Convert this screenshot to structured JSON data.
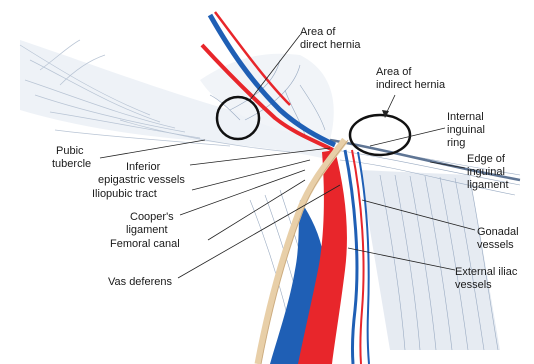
{
  "labels": {
    "direct_hernia": [
      "Area of",
      "direct hernia"
    ],
    "indirect_hernia": [
      "Area of",
      "indirect hernia"
    ],
    "internal_ring": [
      "Internal",
      "inguinal",
      "ring"
    ],
    "pubic_tubercle": [
      "Pubic",
      "tubercle"
    ],
    "inferior_epigastric": [
      "Inferior",
      "epigastric vessels"
    ],
    "iliopubic_tract": [
      "Iliopubic tract"
    ],
    "coopers_ligament": [
      "Cooper's",
      "ligament"
    ],
    "femoral_canal": [
      "Femoral canal"
    ],
    "vas_deferens": [
      "Vas deferens"
    ],
    "inguinal_ligament": [
      "Edge of",
      "inguinal",
      "ligament"
    ],
    "gonadal_vessels": [
      "Gonadal",
      "vessels"
    ],
    "external_iliac": [
      "External iliac",
      "vessels"
    ]
  },
  "colors": {
    "artery": "#e8262b",
    "vein": "#1f5fb5",
    "vas": "#e8cfa8",
    "fascia": "#9aabc2"
  }
}
